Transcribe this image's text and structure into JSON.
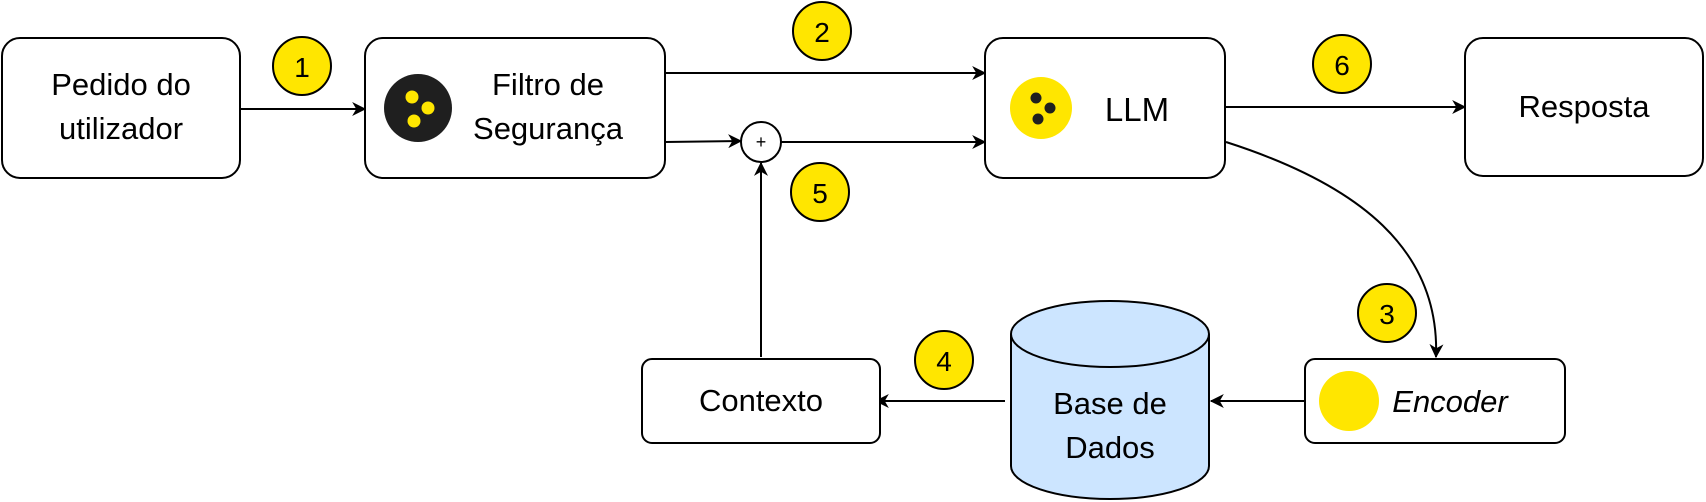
{
  "nodes": {
    "pedido_line1": "Pedido do",
    "pedido_line2": "utilizador",
    "filtro_line1": "Filtro de",
    "filtro_line2": "Segurança",
    "llm": "LLM",
    "resposta": "Resposta",
    "encoder": "Encoder",
    "base_line1": "Base de",
    "base_line2": "Dados",
    "contexto": "Contexto",
    "sum_symbol": "+"
  },
  "steps": {
    "s1": "1",
    "s2": "2",
    "s3": "3",
    "s4": "4",
    "s5": "5",
    "s6": "6"
  },
  "colors": {
    "step_badge": "#ffe600",
    "database_fill": "#cce5ff",
    "filter_icon_bg": "#1f1f1f",
    "llm_icon_bg": "#ffe600",
    "encoder_icon": "#ffe600"
  }
}
